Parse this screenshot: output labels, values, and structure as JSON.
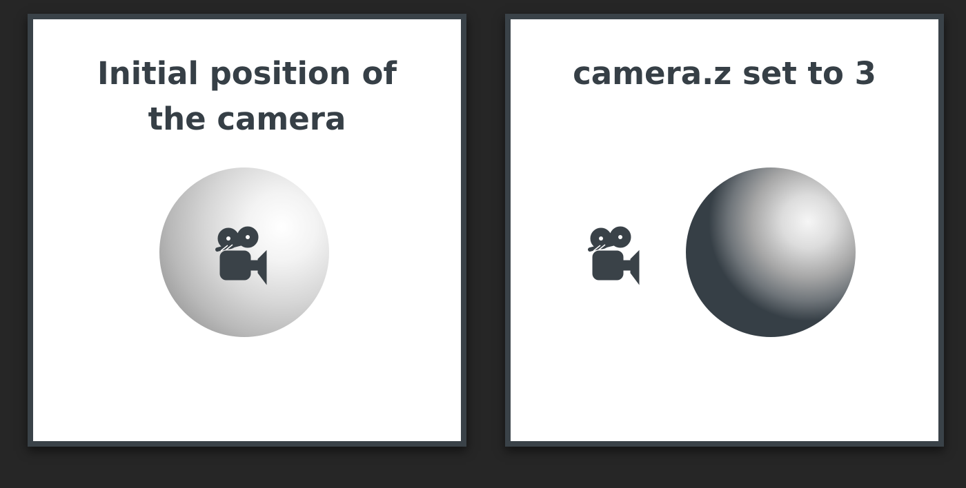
{
  "panels": [
    {
      "title": "Initial position of the camera",
      "icons": [
        "movie-camera-icon",
        "sphere"
      ],
      "colors": {
        "sphere_light": "#ffffff",
        "sphere_mid": "#c9c9c9",
        "sphere_dark": "#9a9a9a",
        "camera": "#3a4248"
      }
    },
    {
      "title": "camera.z set to 3",
      "icons": [
        "movie-camera-icon",
        "sphere"
      ],
      "colors": {
        "sphere_light": "#f4f4f4",
        "sphere_mid": "#a6a6a6",
        "sphere_dark": "#363f46",
        "camera": "#3a4248"
      }
    }
  ],
  "colors": {
    "background": "#262626",
    "frame": "#3a4248",
    "title_text": "#363f46"
  }
}
